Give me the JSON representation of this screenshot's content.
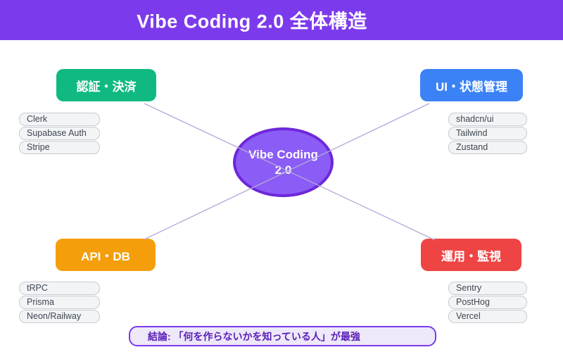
{
  "header": {
    "title": "Vibe Coding 2.0 全体構造"
  },
  "center": {
    "line1": "Vibe Coding",
    "line2": "2.0"
  },
  "branches": [
    {
      "id": "auth-payment",
      "label": "認証・決済",
      "color": "#10B981",
      "position": "top-left",
      "items": [
        "Clerk",
        "Supabase Auth",
        "Stripe"
      ]
    },
    {
      "id": "ui-state",
      "label": "UI・状態管理",
      "color": "#3B82F6",
      "position": "top-right",
      "items": [
        "shadcn/ui",
        "Tailwind",
        "Zustand"
      ]
    },
    {
      "id": "api-db",
      "label": "API・DB",
      "color": "#F59E0B",
      "position": "bottom-left",
      "items": [
        "tRPC",
        "Prisma",
        "Neon/Railway"
      ]
    },
    {
      "id": "ops-monitoring",
      "label": "運用・監視",
      "color": "#EF4444",
      "position": "bottom-right",
      "items": [
        "Sentry",
        "PostHog",
        "Vercel"
      ]
    }
  ],
  "conclusion": {
    "text": "結論: 「何を作らないかを知っている人」が最強"
  },
  "colors": {
    "header_bg": "#7C3AED",
    "center_fill": "#8B5CF6",
    "center_border": "#6D28D9",
    "connector_line": "#B2AAD8",
    "pill_bg": "#F3F4F6",
    "pill_border": "#C6CAD1",
    "pill_text": "#3D4651",
    "conclusion_bg": "#EDE8FA",
    "conclusion_border": "#7C3AED",
    "conclusion_text": "#5B21B6"
  }
}
